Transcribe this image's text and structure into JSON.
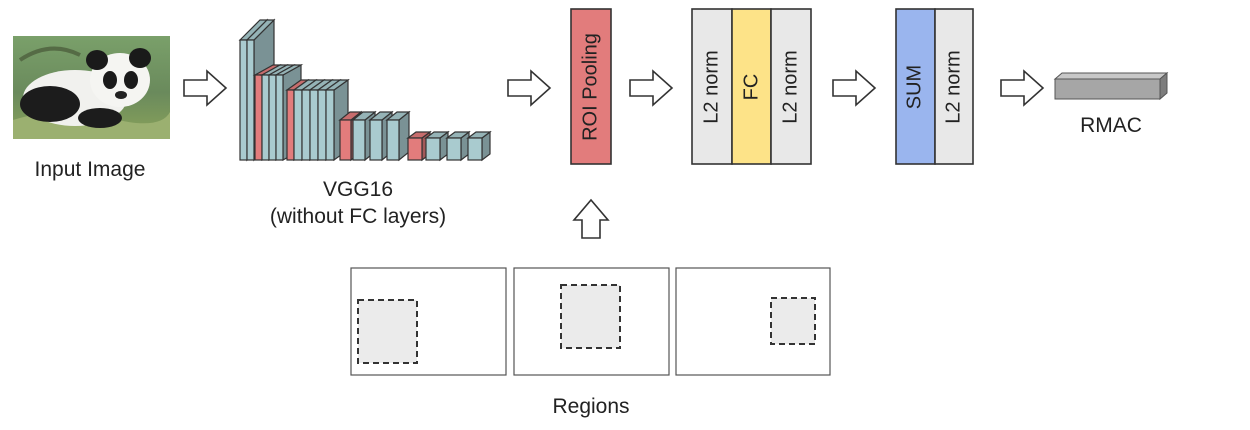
{
  "input": {
    "label": "Input Image"
  },
  "backbone": {
    "line1": "VGG16",
    "line2": "(without FC layers)"
  },
  "pooling": {
    "label": "ROI Pooling",
    "color": "#e27c7c"
  },
  "block1": {
    "labels": [
      "L2 norm",
      "FC",
      "L2 norm"
    ],
    "colors": [
      "#e8e8e8",
      "#fde388",
      "#e8e8e8"
    ]
  },
  "block2": {
    "labels": [
      "SUM",
      "L2 norm"
    ],
    "colors": [
      "#9ab5ee",
      "#e8e8e8"
    ]
  },
  "output": {
    "label": "RMAC"
  },
  "regions": {
    "label": "Regions"
  },
  "colors": {
    "conv": "#a9cbcf",
    "pool": "#e27c7c",
    "region_fill": "#ebebeb"
  }
}
